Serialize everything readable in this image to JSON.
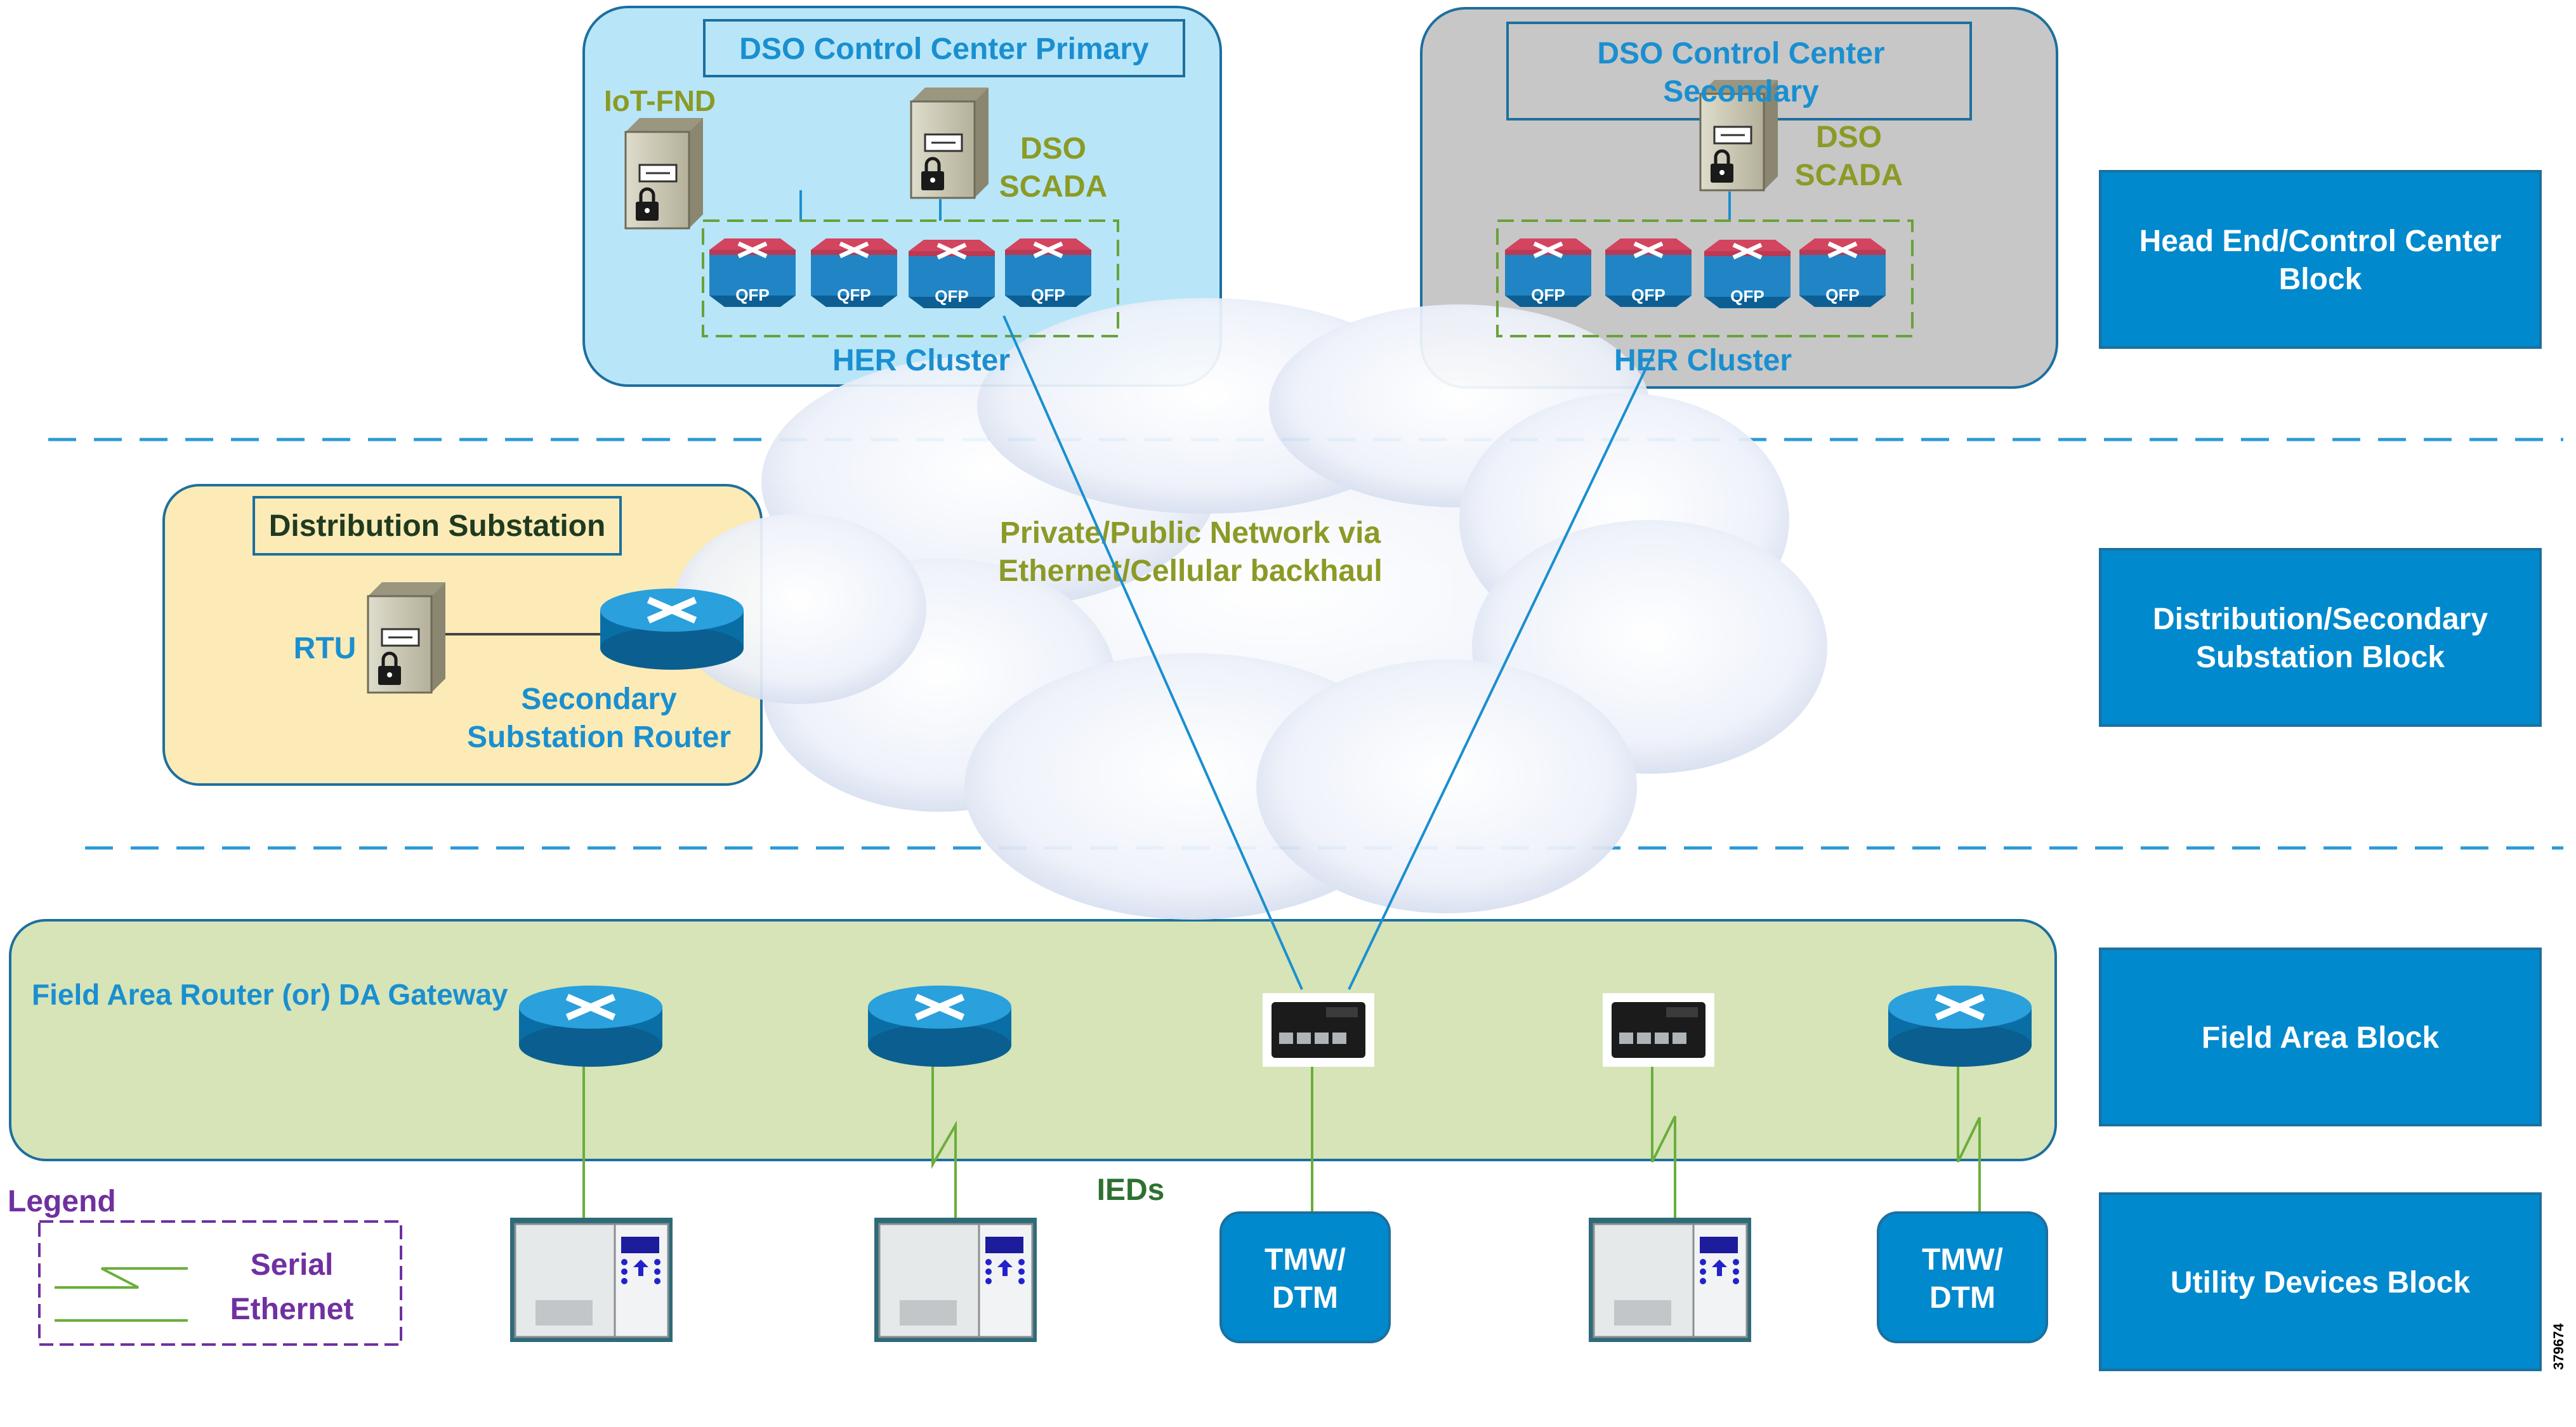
{
  "primary_center": {
    "title": "DSO Control Center  Primary",
    "iot_fnd": "IoT-FND",
    "scada_line1": "DSO",
    "scada_line2": "SCADA",
    "her_cluster": "HER Cluster",
    "qfp": "QFP"
  },
  "secondary_center": {
    "title_line1": "DSO Control Center",
    "title_line2": "Secondary",
    "scada_line1": "DSO",
    "scada_line2": "SCADA",
    "her_cluster": "HER Cluster",
    "qfp": "QFP"
  },
  "substation": {
    "title": "Distribution Substation",
    "rtu": "RTU",
    "router_line1": "Secondary",
    "router_line2": "Substation Router"
  },
  "cloud": {
    "line1": "Private/Public Network via",
    "line2": "Ethernet/Cellular backhaul"
  },
  "field_area": {
    "gateway_label": "Field Area Router (or) DA Gateway",
    "ieds": "IEDs"
  },
  "devices": {
    "tmw_line1": "TMW/",
    "tmw_line2": "DTM"
  },
  "blocks": [
    {
      "line1": "Head End/Control Center",
      "line2": "Block"
    },
    {
      "line1": "Distribution/Secondary",
      "line2": "Substation Block"
    },
    {
      "line1": "Field Area Block",
      "line2": ""
    },
    {
      "line1": "Utility Devices Block",
      "line2": ""
    }
  ],
  "legend": {
    "title": "Legend",
    "serial": "Serial",
    "ethernet": "Ethernet"
  },
  "figure_id": "379674",
  "colors": {
    "block_blue": "#0089CC",
    "label_blue": "#1A8FD0",
    "olive_text": "#8C9A26",
    "legend_purple": "#7030A0",
    "field_area_green": "#D6E4B8",
    "substation_yellow": "#FCEBB6",
    "primary_light_blue": "#B8E6F8",
    "secondary_gray": "#C7C7C7",
    "ethernet_green": "#6AAE3B"
  }
}
